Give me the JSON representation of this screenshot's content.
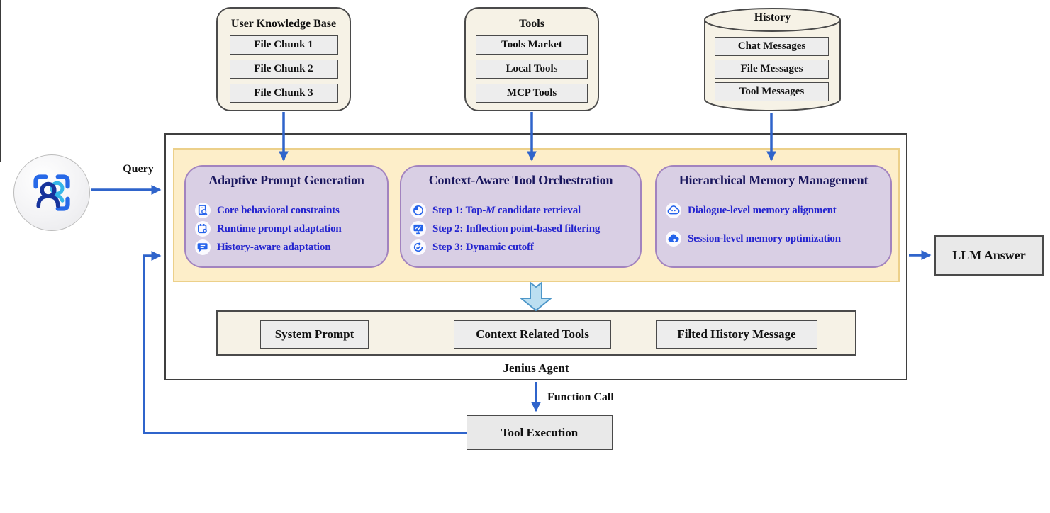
{
  "sources": {
    "knowledge_base": {
      "title": "User Knowledge Base",
      "items": [
        "File Chunk 1",
        "File Chunk 2",
        "File Chunk 3"
      ]
    },
    "tools": {
      "title": "Tools",
      "items": [
        "Tools Market",
        "Local Tools",
        "MCP Tools"
      ]
    },
    "history": {
      "title": "History",
      "items": [
        "Chat Messages",
        "File Messages",
        "Tool Messages"
      ]
    }
  },
  "flow_labels": {
    "query": "Query",
    "function_call": "Function Call"
  },
  "agent": {
    "name": "Jenius Agent",
    "modules": [
      {
        "title": "Adaptive Prompt Generation",
        "items": [
          {
            "icon": "document-search-icon",
            "text": "Core behavioral constraints"
          },
          {
            "icon": "prompt-settings-icon",
            "text": "Runtime prompt adaptation"
          },
          {
            "icon": "chat-history-icon",
            "text": "History-aware adaptation"
          }
        ]
      },
      {
        "title": "Context-Aware Tool Orchestration",
        "items": [
          {
            "icon": "pie-chart-icon",
            "prefix": "Step 1: Top-",
            "italic": "M",
            "suffix": " candidate retrieval"
          },
          {
            "icon": "monitor-chart-icon",
            "text": "Step 2: Inflection point-based  filtering"
          },
          {
            "icon": "refresh-check-icon",
            "text": "Step 3: Dynamic cutoff"
          }
        ]
      },
      {
        "title": "Hierarchical Memory Management",
        "items": [
          {
            "icon": "cloud-dialogue-icon",
            "text": "Dialogue-level memory alignment"
          },
          {
            "icon": "cloud-optimize-icon",
            "text": "Session-level memory  optimization"
          }
        ]
      }
    ],
    "outputs": [
      "System Prompt",
      "Context Related Tools",
      "Filted History Message"
    ]
  },
  "nodes": {
    "llm_answer": "LLM Answer",
    "tool_execution": "Tool Execution"
  },
  "colors": {
    "arrow_blue": "#2f64cb",
    "thick_arrow_fill": "#bbdff1",
    "thick_arrow_stroke": "#4e97c9",
    "module_fill": "#d9cfe4",
    "module_border": "#a283bf",
    "band_fill": "#fdeec9",
    "band_border": "#ecd08a",
    "cream_fill": "#f6f2e6",
    "title_navy": "#1a175e",
    "item_blue": "#2424cf",
    "icon_blue": "#2563eb"
  }
}
